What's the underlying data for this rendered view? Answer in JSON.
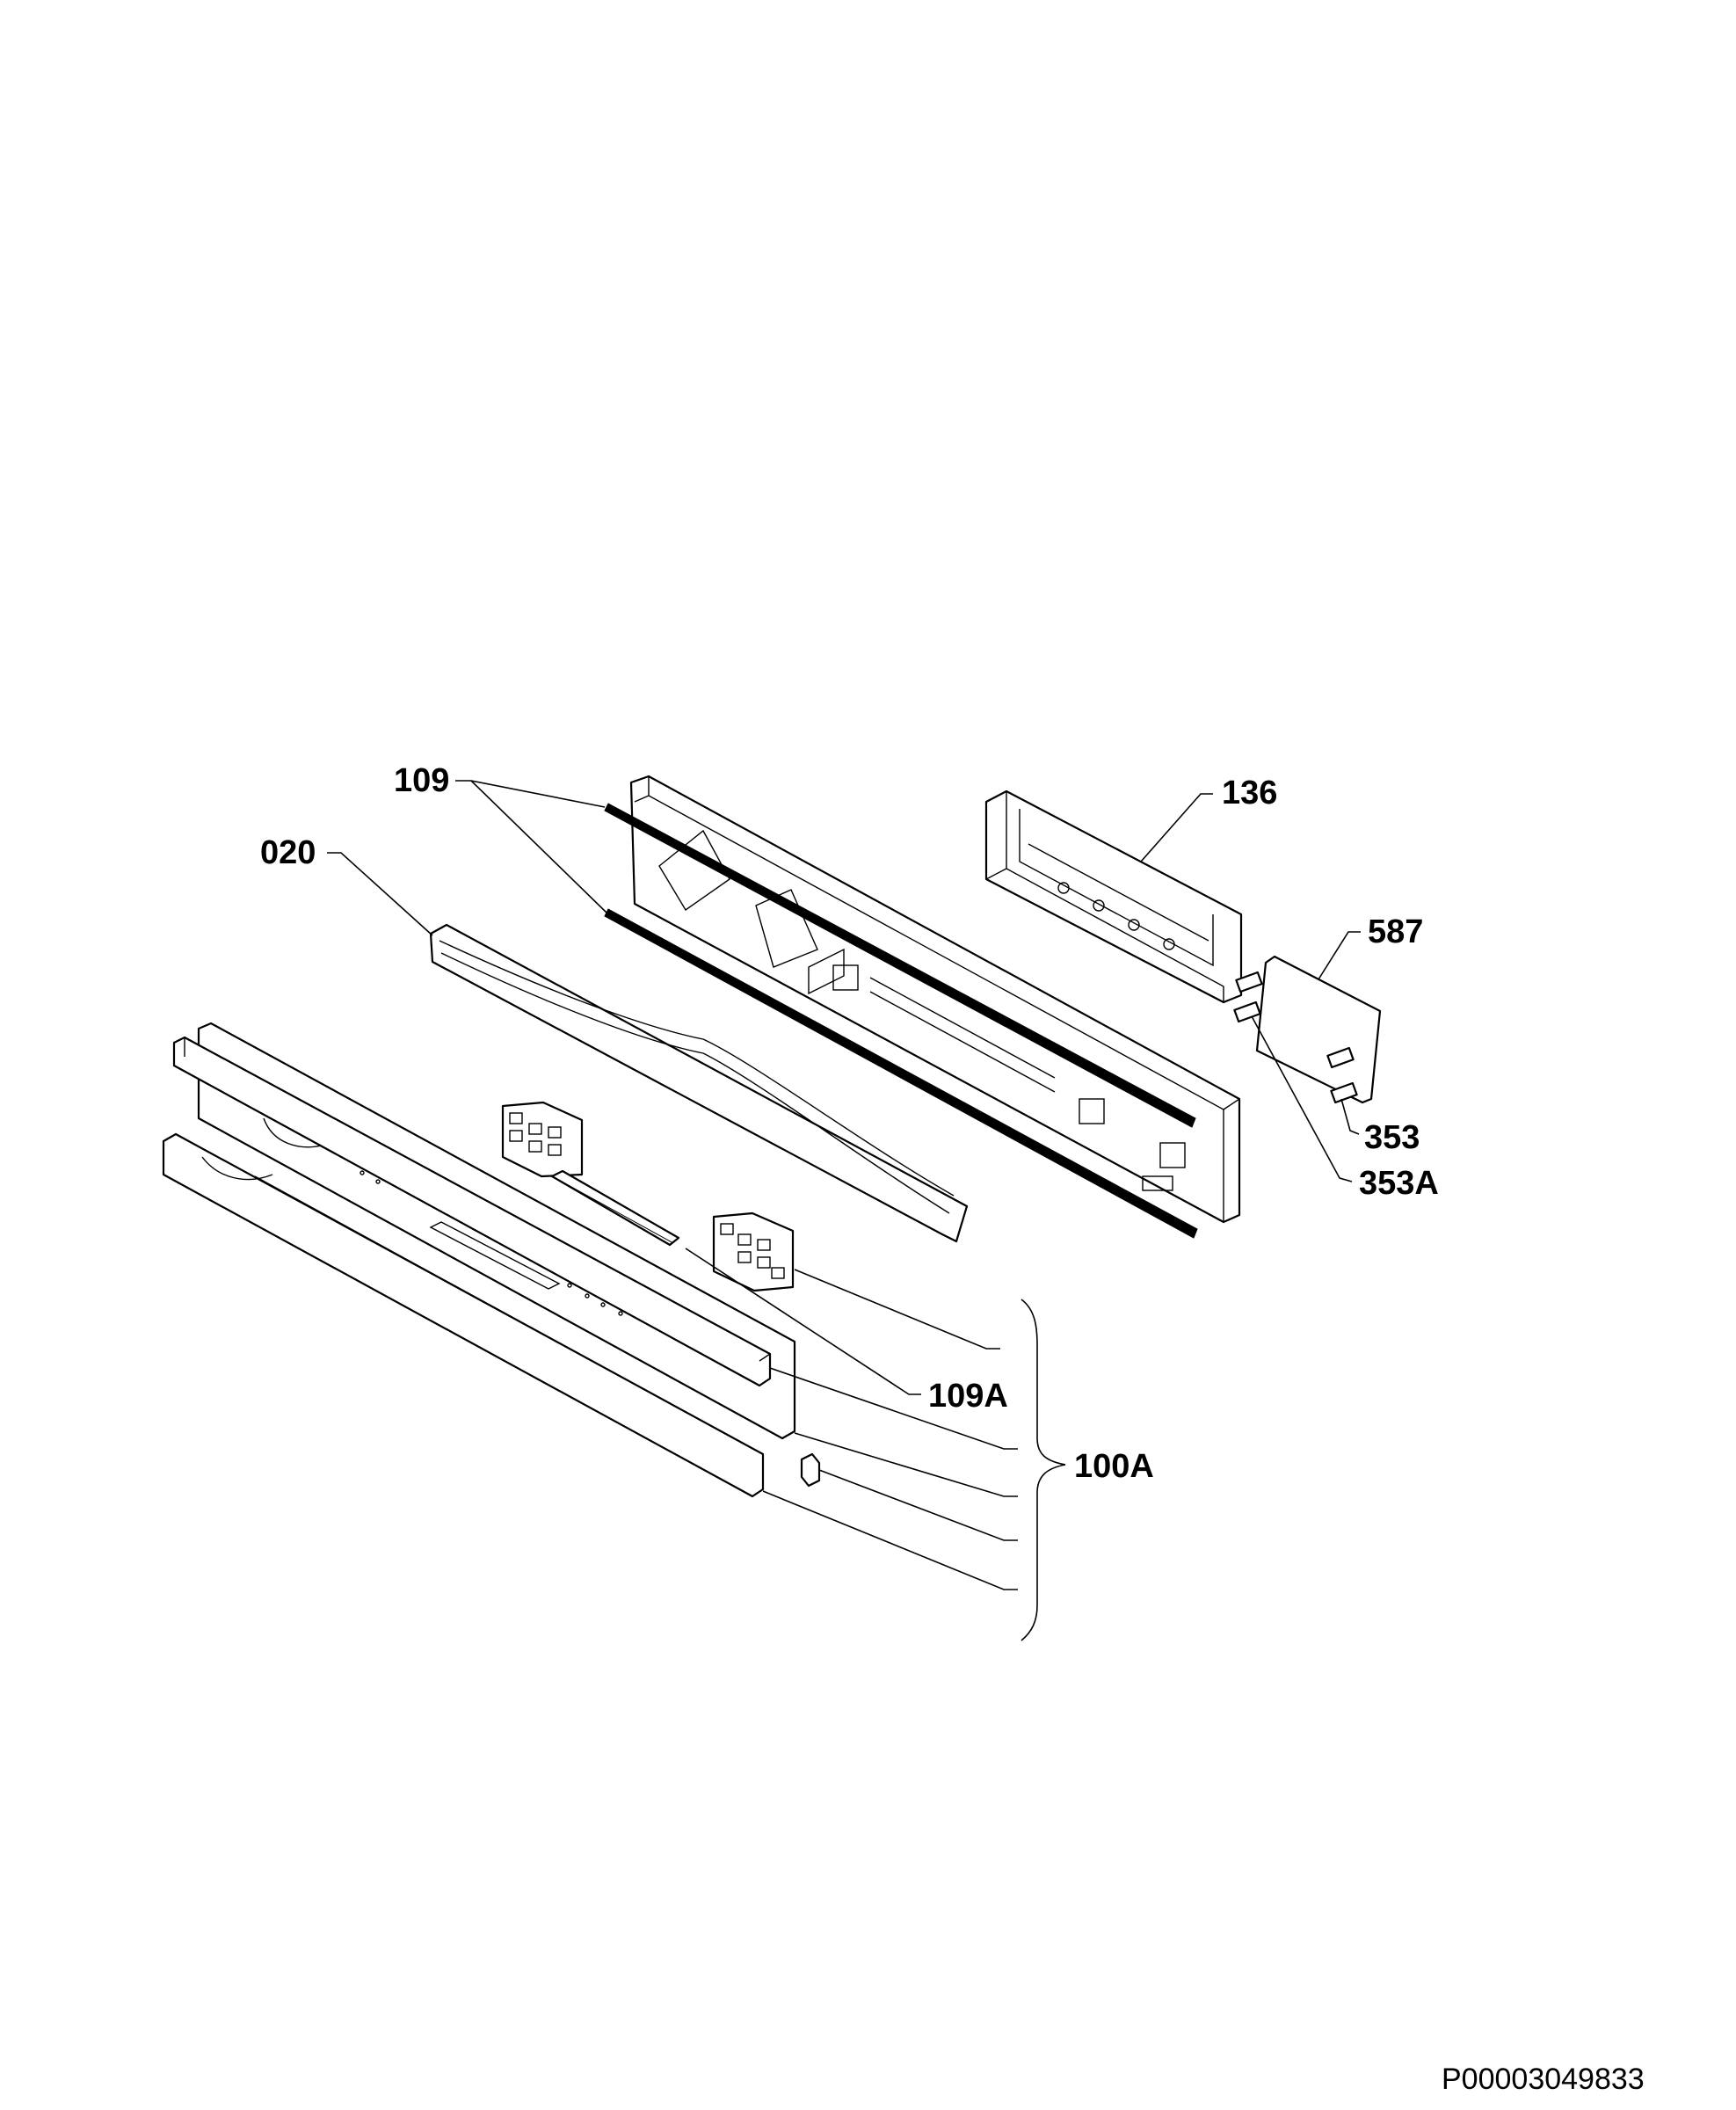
{
  "callouts": {
    "c109": "109",
    "c020": "020",
    "c136": "136",
    "c587": "587",
    "c353": "353",
    "c353A": "353A",
    "c109A": "109A",
    "c100A": "100A"
  },
  "drawing_number": "P00003049833"
}
